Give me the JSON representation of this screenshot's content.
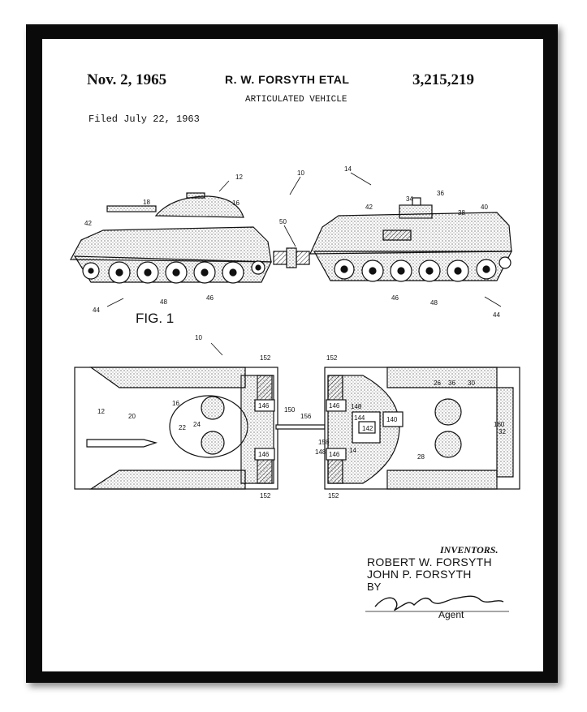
{
  "header": {
    "date": "Nov. 2, 1965",
    "inventors_short": "R. W. FORSYTH ETAL",
    "patent_number": "3,215,219",
    "title": "ARTICULATED VEHICLE",
    "filed": "Filed July 22, 1963"
  },
  "figure": {
    "label": "FIG. 1",
    "refs": {
      "r10a": "10",
      "r12": "12",
      "r14": "14",
      "r16": "16",
      "r18": "18",
      "r42a": "42",
      "r42b": "42",
      "r50": "50",
      "r34": "34",
      "r36": "36",
      "r38": "38",
      "r40": "40",
      "r44a": "44",
      "r44b": "44",
      "r48a": "48",
      "r46a": "46",
      "r46b": "46",
      "r48b": "48",
      "r10b": "10",
      "r152a": "152",
      "r152b": "152",
      "r152c": "152",
      "r152d": "152",
      "r146a": "146",
      "r146b": "146",
      "r146c": "146",
      "r146d": "146",
      "r150": "150",
      "r156": "156",
      "r158": "158",
      "r148a": "148",
      "r148b": "148",
      "r144": "144",
      "r142": "142",
      "r140": "140",
      "r12b": "12",
      "r14b": "14",
      "r16b": "16",
      "r20": "20",
      "r22": "22",
      "r24": "24",
      "r26": "26",
      "r36b": "36",
      "r30": "30",
      "r160": "160",
      "r32": "32",
      "r28": "28"
    }
  },
  "signature": {
    "inventors_label": "INVENTORS.",
    "inventor_1": "ROBERT W. FORSYTH",
    "inventor_2": "JOHN P. FORSYTH",
    "by": "BY",
    "agent": "Agent"
  }
}
